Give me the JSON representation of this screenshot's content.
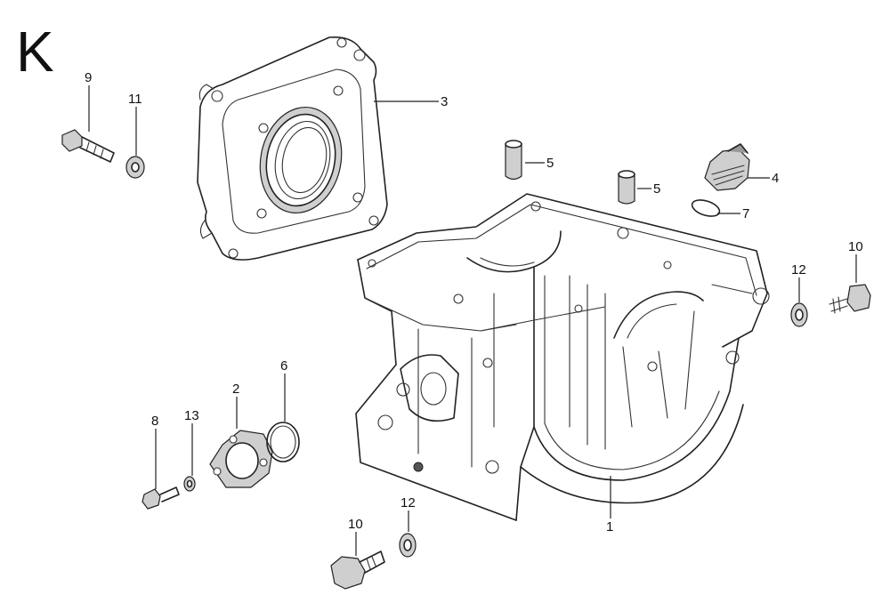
{
  "section_letter": "K",
  "callouts": {
    "c1": "1",
    "c2": "2",
    "c3": "3",
    "c4": "4",
    "c5a": "5",
    "c5b": "5",
    "c6": "6",
    "c7": "7",
    "c8": "8",
    "c9": "9",
    "c10a": "10",
    "c10b": "10",
    "c11": "11",
    "c12a": "12",
    "c12b": "12",
    "c13": "13"
  }
}
